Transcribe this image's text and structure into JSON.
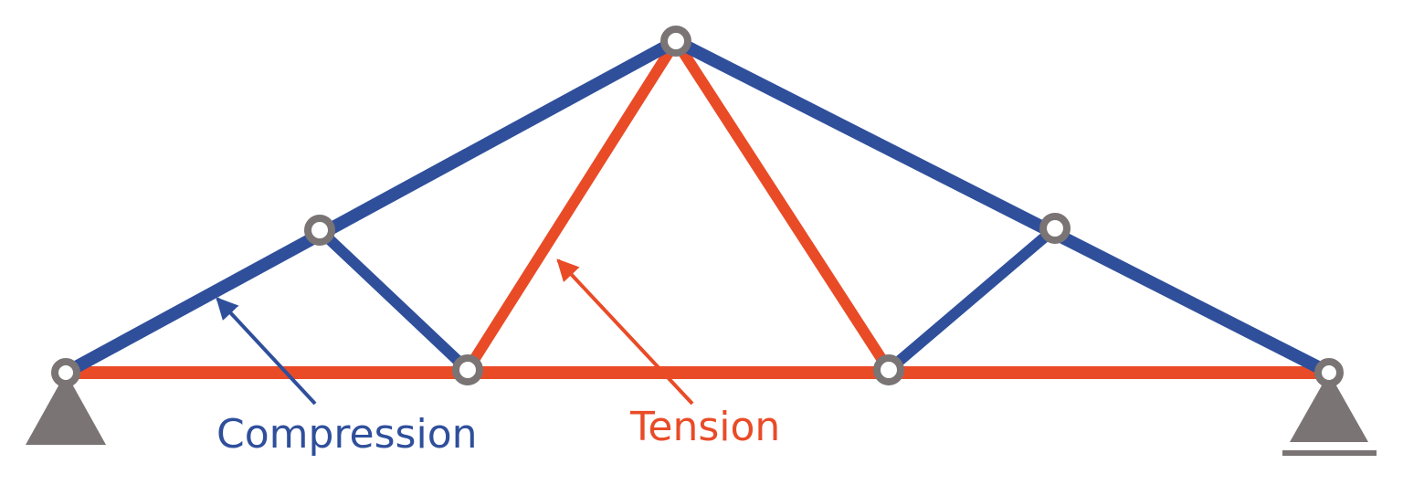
{
  "labels": {
    "compression": "Compression",
    "tension": "Tension"
  },
  "colors": {
    "compression": "#2f4f9b",
    "tension": "#e94b27",
    "joint": "#7a7474",
    "support": "#7a7474",
    "background": "#ffffff"
  },
  "diagram": {
    "subject": "roof truss member forces",
    "support_left": "pinned-support",
    "support_right": "roller-support"
  }
}
